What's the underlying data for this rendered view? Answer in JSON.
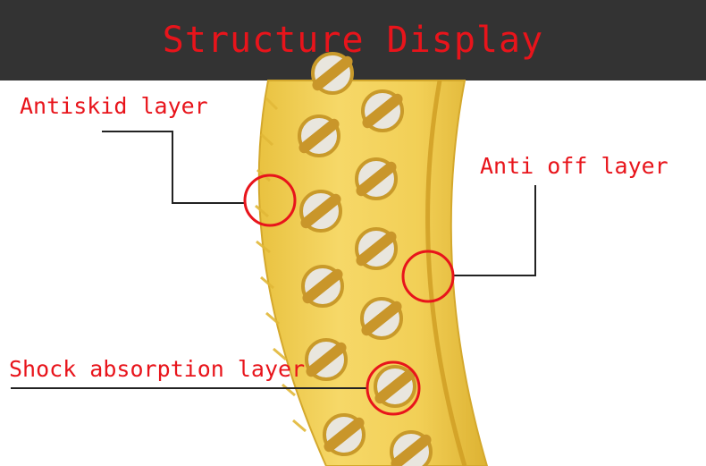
{
  "banner": {
    "title": "Structure Display",
    "background": "#333333",
    "title_color": "#e8141b"
  },
  "callouts": {
    "antiskid": "Antiskid layer",
    "anti_off": "Anti off layer",
    "shock": "Shock absorption layer"
  },
  "colors": {
    "tire": "#f3cf55",
    "tire_dark": "#d7ac2c",
    "hole_fill": "#e9e6de",
    "strut": "#c9962a",
    "leader_line": "#222222",
    "circle": "#e8141b"
  }
}
